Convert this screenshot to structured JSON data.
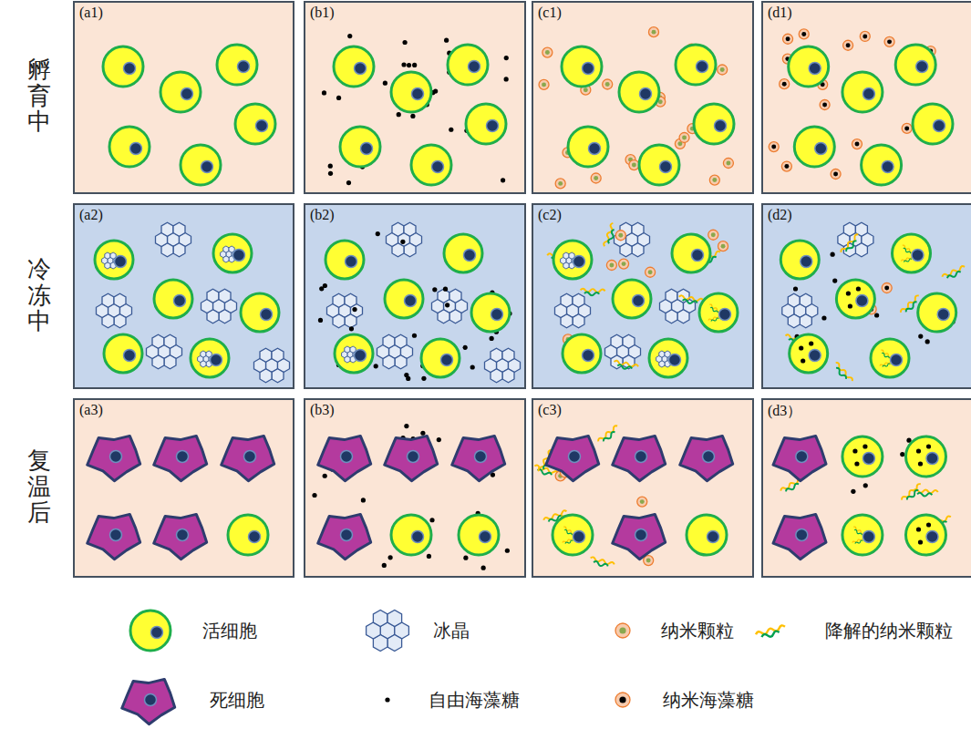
{
  "diagram": {
    "nodes": [
      {
        "text": [
          "(a1)"
        ]
      },
      {
        "text": [
          "(b1)"
        ]
      },
      {
        "text": [
          "(c1)"
        ]
      },
      {
        "text": [
          "(d1)"
        ]
      },
      {
        "text": [
          "(a2)"
        ]
      },
      {
        "text": [
          "(b2)"
        ]
      },
      {
        "text": [
          "(c2)"
        ]
      },
      {
        "text": [
          "(d2)"
        ]
      },
      {
        "text": [
          "(a3)"
        ]
      },
      {
        "text": [
          "(b3)"
        ]
      },
      {
        "text": [
          "(c3)"
        ]
      },
      {
        "text": [
          "(d3）"
        ]
      }
    ],
    "edges": [],
    "labels": [
      "孵育中",
      "冷冻中",
      "复温后"
    ],
    "legend": [
      {
        "text": "活细胞"
      },
      {
        "text": "冰晶"
      },
      {
        "text": "纳米颗粒"
      },
      {
        "text": "降解的纳米颗粒"
      },
      {
        "text": "死细胞"
      },
      {
        "text": "自由海藻糖"
      },
      {
        "text": "纳米海藻糖"
      }
    ]
  }
}
